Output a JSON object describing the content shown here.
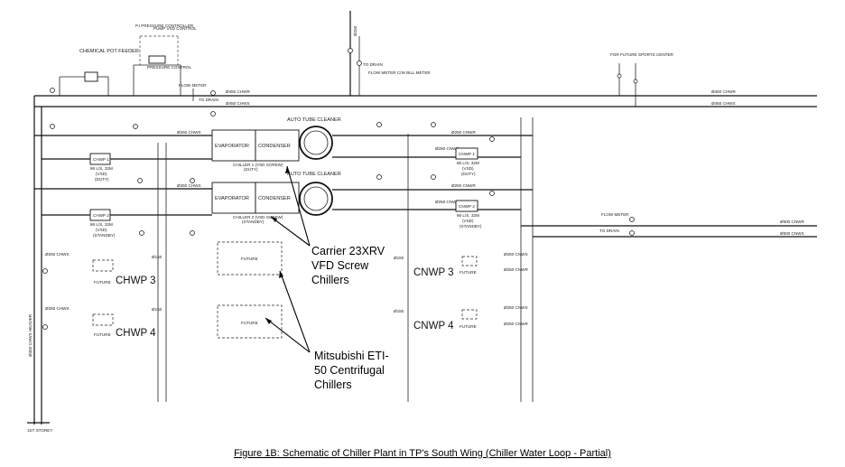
{
  "labels": {
    "chemical_pot_feeder": "CHEMICAL POT FEEDER",
    "pressure_controller": "P.I PRESSURE CONTROLLER",
    "pump_vsd_control": "PUMP VSD CONTROL",
    "pressure_control": "PRESSURE CONTROL",
    "flow_meter": "FLOW METER",
    "to_drain": "TO DRAIN",
    "flow_meter_cw_bill": "FLOW METER C/W BILL METER",
    "for_future_sports_center": "FOR FUTURE SPORTS CENTER",
    "st_storey": "1ST STOREY",
    "auto_tube_cleaner_1": "AUTO TUBE CLEANER",
    "auto_tube_cleaner_2": "AUTO TUBE CLEANER",
    "evaporator_1": "EVAPORATOR",
    "condenser_1": "CONDENSER",
    "evaporator_2": "EVAPORATOR",
    "condenser_2": "CONDENSER",
    "chiller1": "CHILLER 1 (VSD SCREW)",
    "chiller1_duty": "(DUTY)",
    "chiller2": "CHILLER 2 (VSD SCREW)",
    "chiller2_standby": "(STANDBY)",
    "chwp1": "CHWP 1",
    "chwp2": "CHWP 2",
    "cnwp1": "CNWP 1",
    "cnwp2": "CNWP 2",
    "pump_spec": "86 L/S, 32M",
    "vsd": "(VSD)",
    "duty": "(DUTY)",
    "standby": "(STANDBY)",
    "future": "FUTURE",
    "chwp3": "CHWP 3",
    "chwp4": "CHWP 4",
    "cnwp3": "CNWP 3",
    "cnwp4": "CNWP 4",
    "pipe_450_chwr": "Ø450 CHWR",
    "pipe_450_chws": "Ø450 CHWS",
    "pipe_250_chws": "Ø250 CHWS",
    "pipe_250_cnwr": "Ø250 CNWR",
    "pipe_250_cnws": "Ø250 CNWS",
    "pipe_500_cnwr": "Ø500 CNWR",
    "pipe_500_cnws": "Ø500 CNWS",
    "pipe_150": "Ø150",
    "pipe_250": "Ø250",
    "chw_header": "Ø450 CHWS HEADER",
    "flow_meter_2": "FLOW METER",
    "to_drain_2": "TO DRAIN"
  },
  "callouts": {
    "carrier_line1": "Carrier 23XRV",
    "carrier_line2": "VFD Screw",
    "carrier_line3": "Chillers",
    "mitsu_line1": "Mitsubishi ETI-",
    "mitsu_line2": "50 Centrifugal",
    "mitsu_line3": "Chillers"
  },
  "caption": "Figure 1B: Schematic of Chiller Plant in TP's South Wing (Chiller Water Loop - Partial)"
}
